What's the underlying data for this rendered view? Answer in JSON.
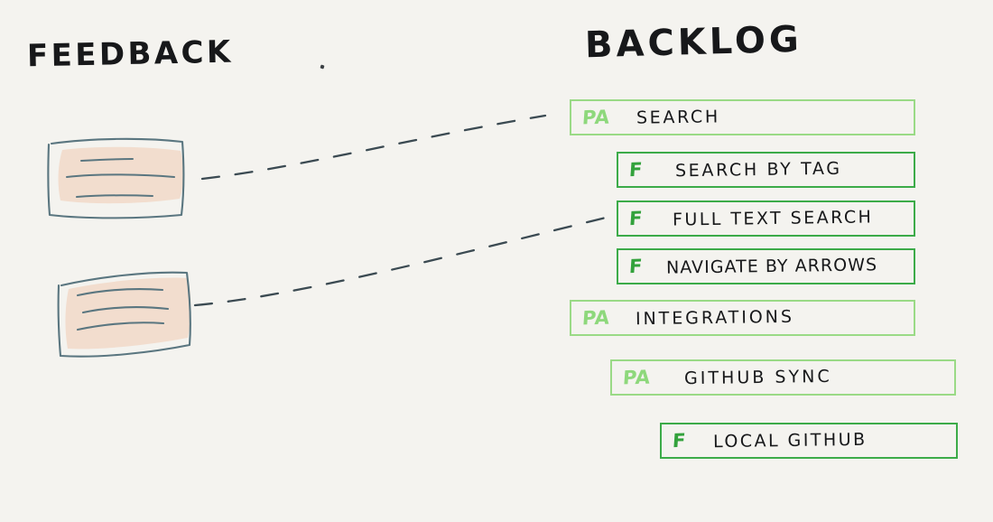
{
  "page": {
    "background_color": "#f4f3ef",
    "ink_color": "#17181a"
  },
  "columns": {
    "feedback": {
      "heading": "FEEDBACK"
    },
    "backlog": {
      "heading": "BACKLOG"
    }
  },
  "feedback_cards": [
    {
      "name": "feedback-card-1",
      "stroke_color": "#5a7680",
      "highlight_color": "#f2ddce"
    },
    {
      "name": "feedback-card-2",
      "stroke_color": "#5a7680",
      "highlight_color": "#f2ddce"
    }
  ],
  "connectors": [
    {
      "name": "connector-card1-to-search",
      "from": "feedback-card-1",
      "to": "row-search",
      "style": "dashed",
      "color": "#3b4a52"
    },
    {
      "name": "connector-card2-to-full-text-search",
      "from": "feedback-card-2",
      "to": "row-full-text-search",
      "style": "dashed",
      "color": "#3b4a52"
    }
  ],
  "badge_types": {
    "pa": {
      "label": "PA",
      "color": "#8ed87c",
      "border_color": "#9ada86"
    },
    "f": {
      "label": "F",
      "color": "#33a23c",
      "border_color": "#3cab49"
    }
  },
  "backlog_rows": [
    {
      "badge": "PA",
      "label": "SEARCH",
      "kind": "pa",
      "indent": 0
    },
    {
      "badge": "F",
      "label": "SEARCH BY TAG",
      "kind": "f",
      "indent": 1
    },
    {
      "badge": "F",
      "label": "FULL TEXT SEARCH",
      "kind": "f",
      "indent": 1
    },
    {
      "badge": "F",
      "label": "NAVIGATE BY ARROWS",
      "kind": "f",
      "indent": 1
    },
    {
      "badge": "PA",
      "label": "INTEGRATIONS",
      "kind": "pa",
      "indent": 0
    },
    {
      "badge": "PA",
      "label": "GITHUB SYNC",
      "kind": "pa",
      "indent": 1
    },
    {
      "badge": "F",
      "label": "LOCAL GITHUB",
      "kind": "f",
      "indent": 2
    }
  ]
}
